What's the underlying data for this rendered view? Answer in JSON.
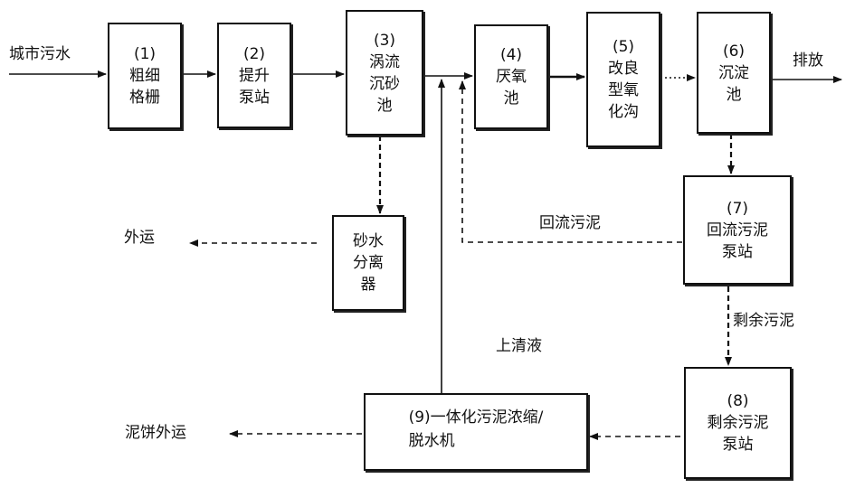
{
  "inflow_label": "城市污水",
  "outflow_label": "排放",
  "units": [
    {
      "num": "(1)",
      "label": "粗细\n格栅"
    },
    {
      "num": "(2)",
      "label": "提升\n泵站"
    },
    {
      "num": "(3)",
      "label": "涡流\n沉砂\n池"
    },
    {
      "num": "(4)",
      "label": "厌氧\n池"
    },
    {
      "num": "(5)",
      "label": "改良\n型氧\n化沟"
    },
    {
      "num": "(6)",
      "label": "沉淀\n池"
    },
    {
      "num": "(7)",
      "label": "回流污泥\n泵站"
    },
    {
      "num": "(8)",
      "label": "剩余污泥\n泵站"
    },
    {
      "num": "(9)",
      "label": "一体化污泥浓缩/\n脱水机"
    }
  ],
  "separator_label": "砂水\n分离\n器",
  "sand_out_label": "外运",
  "return_sludge_label": "回流污泥",
  "excess_sludge_label": "剩余污泥",
  "supernatant_label": "上清液",
  "cake_out_label": "泥饼外运",
  "colors": {
    "line": "#111111",
    "background": "#ffffff"
  }
}
